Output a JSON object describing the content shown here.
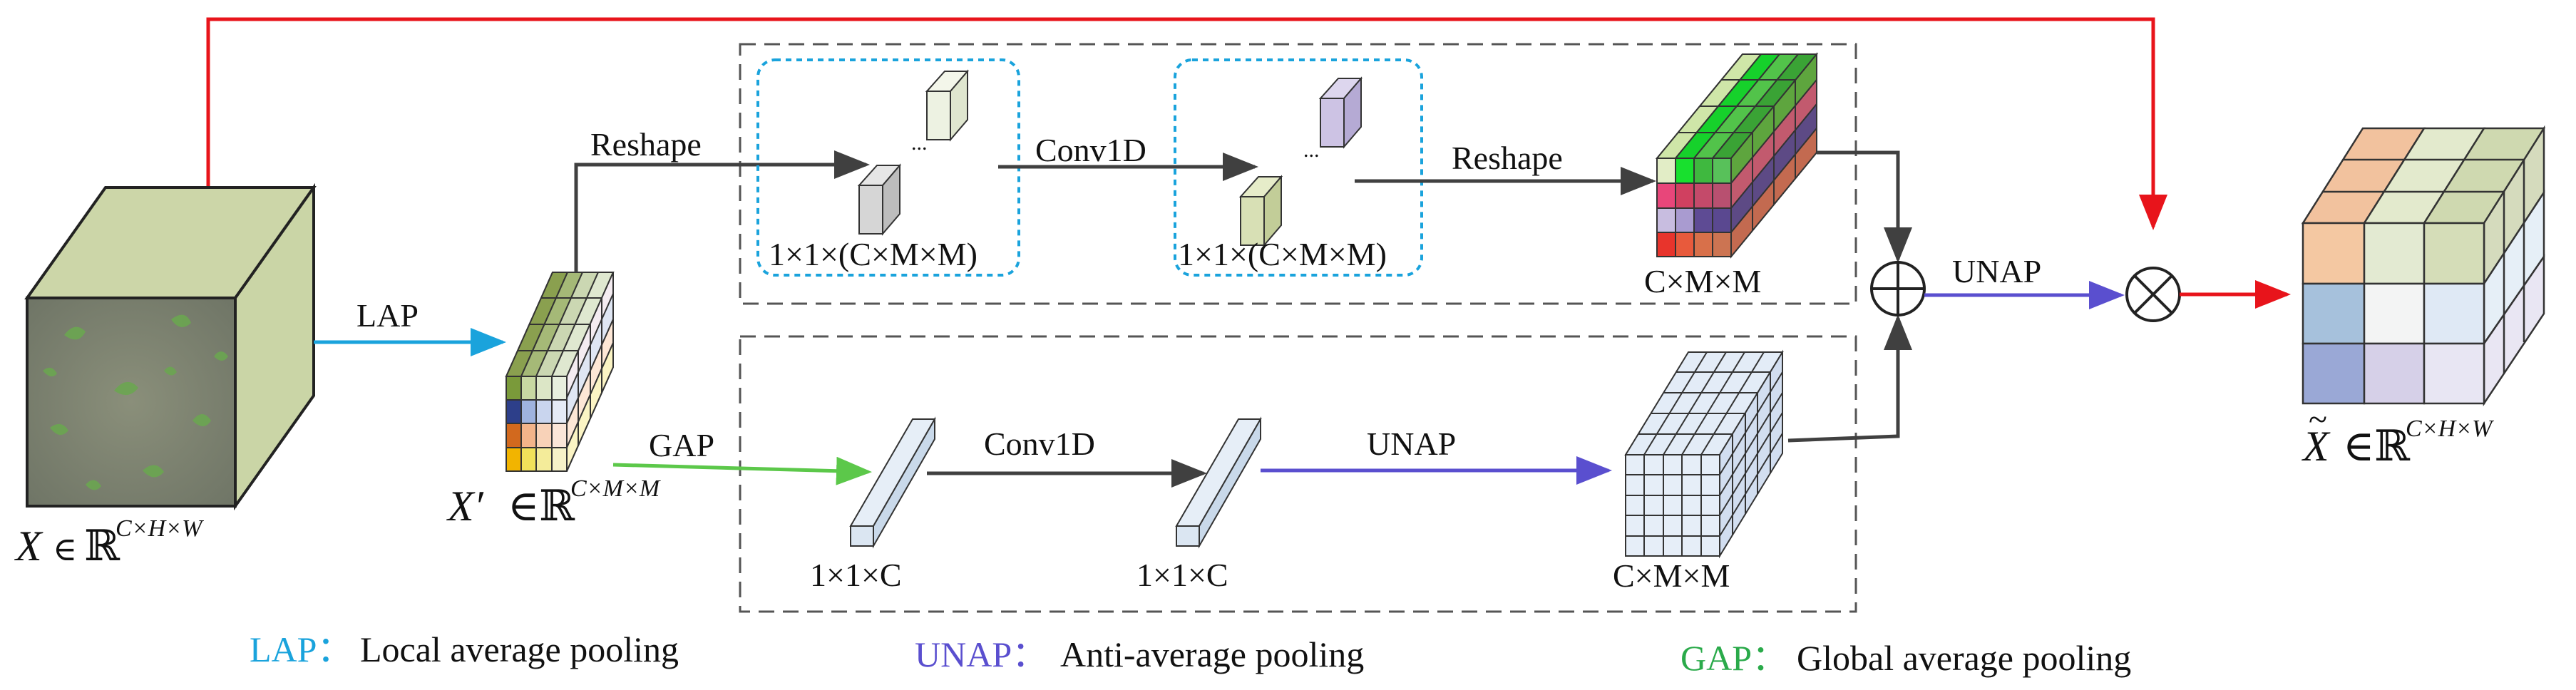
{
  "labels": {
    "lap": "LAP",
    "gap": "GAP",
    "reshape": "Reshape",
    "conv1d": "Conv1D",
    "unap": "UNAP",
    "dots": "...",
    "vec_cmm": "1×1×(C×M×M)",
    "vec_c": "1×1×C",
    "cmm": "C×M×M"
  },
  "math": {
    "x_name": "X",
    "x_prime_name": "X′",
    "x_tilde_name": "X",
    "tilde": "~",
    "elem": "∈",
    "reals": "ℝ",
    "sup_chw": "C×H×W",
    "sup_cmm": "C×M×M"
  },
  "legend": {
    "lap_abbr": "LAP：",
    "lap_desc": "Local average pooling",
    "unap_abbr": "UNAP：",
    "unap_desc": "Anti-average pooling",
    "gap_abbr": "GAP：",
    "gap_desc": "Global average pooling"
  },
  "colors": {
    "lap_arrow": "#1aa3dc",
    "gap_arrow": "#5cc84a",
    "unap_arrow": "#5a4fcf",
    "skip_line": "#e8141b",
    "dark_arrow": "#404040",
    "dashed_box": "#555555",
    "dotted_box": "#1aa3dc",
    "legend_lap": "#1aa3dc",
    "legend_unap": "#5a4fcf",
    "legend_gap": "#2aaa4a"
  }
}
